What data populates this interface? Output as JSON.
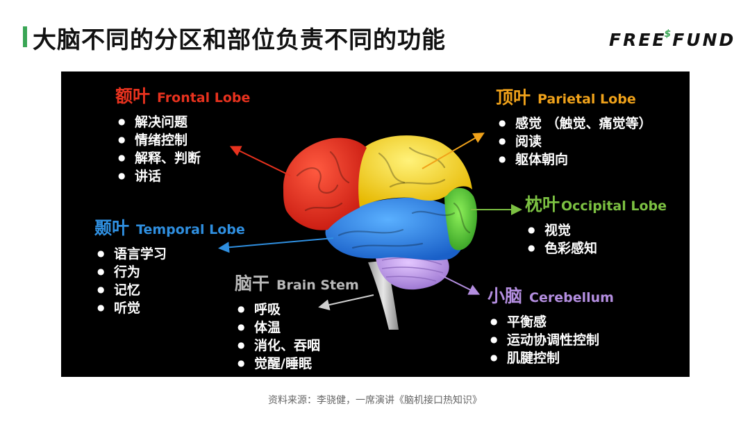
{
  "header": {
    "title": "大脑不同的分区和部位负责不同的功能",
    "logo": {
      "text_main": "FREE",
      "text_sup": "$",
      "text_tail": "FUND"
    }
  },
  "lobes": [
    {
      "key": "frontal",
      "name_cn": "额叶",
      "name_en": "Frontal Lobe",
      "color": "#e8321e",
      "items": [
        "解决问题",
        "情绪控制",
        "解释、判断",
        "讲话"
      ]
    },
    {
      "key": "parietal",
      "name_cn": "顶叶",
      "name_en": "Parietal Lobe",
      "color": "#f0a21a",
      "items": [
        "感觉 （触觉、痛觉等）",
        "阅读",
        "躯体朝向"
      ]
    },
    {
      "key": "occipital",
      "name_cn": "枕叶",
      "name_en": "Occipital Lobe",
      "color": "#7cc142",
      "items": [
        "视觉",
        "色彩感知"
      ]
    },
    {
      "key": "temporal",
      "name_cn": "颞叶",
      "name_en": "Temporal Lobe",
      "color": "#2f8fe0",
      "items": [
        "语言学习",
        "行为",
        "记忆",
        "听觉"
      ]
    },
    {
      "key": "brainstem",
      "name_cn": "脑干",
      "name_en": "Brain Stem",
      "color": "#b8b8b8",
      "items": [
        "呼吸",
        "体温",
        "消化、吞咽",
        "觉醒/睡眠"
      ]
    },
    {
      "key": "cerebellum",
      "name_cn": "小脑",
      "name_en": "Cerebellum",
      "color": "#b48ee0",
      "items": [
        "平衡感",
        "运动协调性控制",
        "肌腱控制"
      ]
    }
  ],
  "source": "资料来源：李骁健，一席演讲《脑机接口热知识》"
}
